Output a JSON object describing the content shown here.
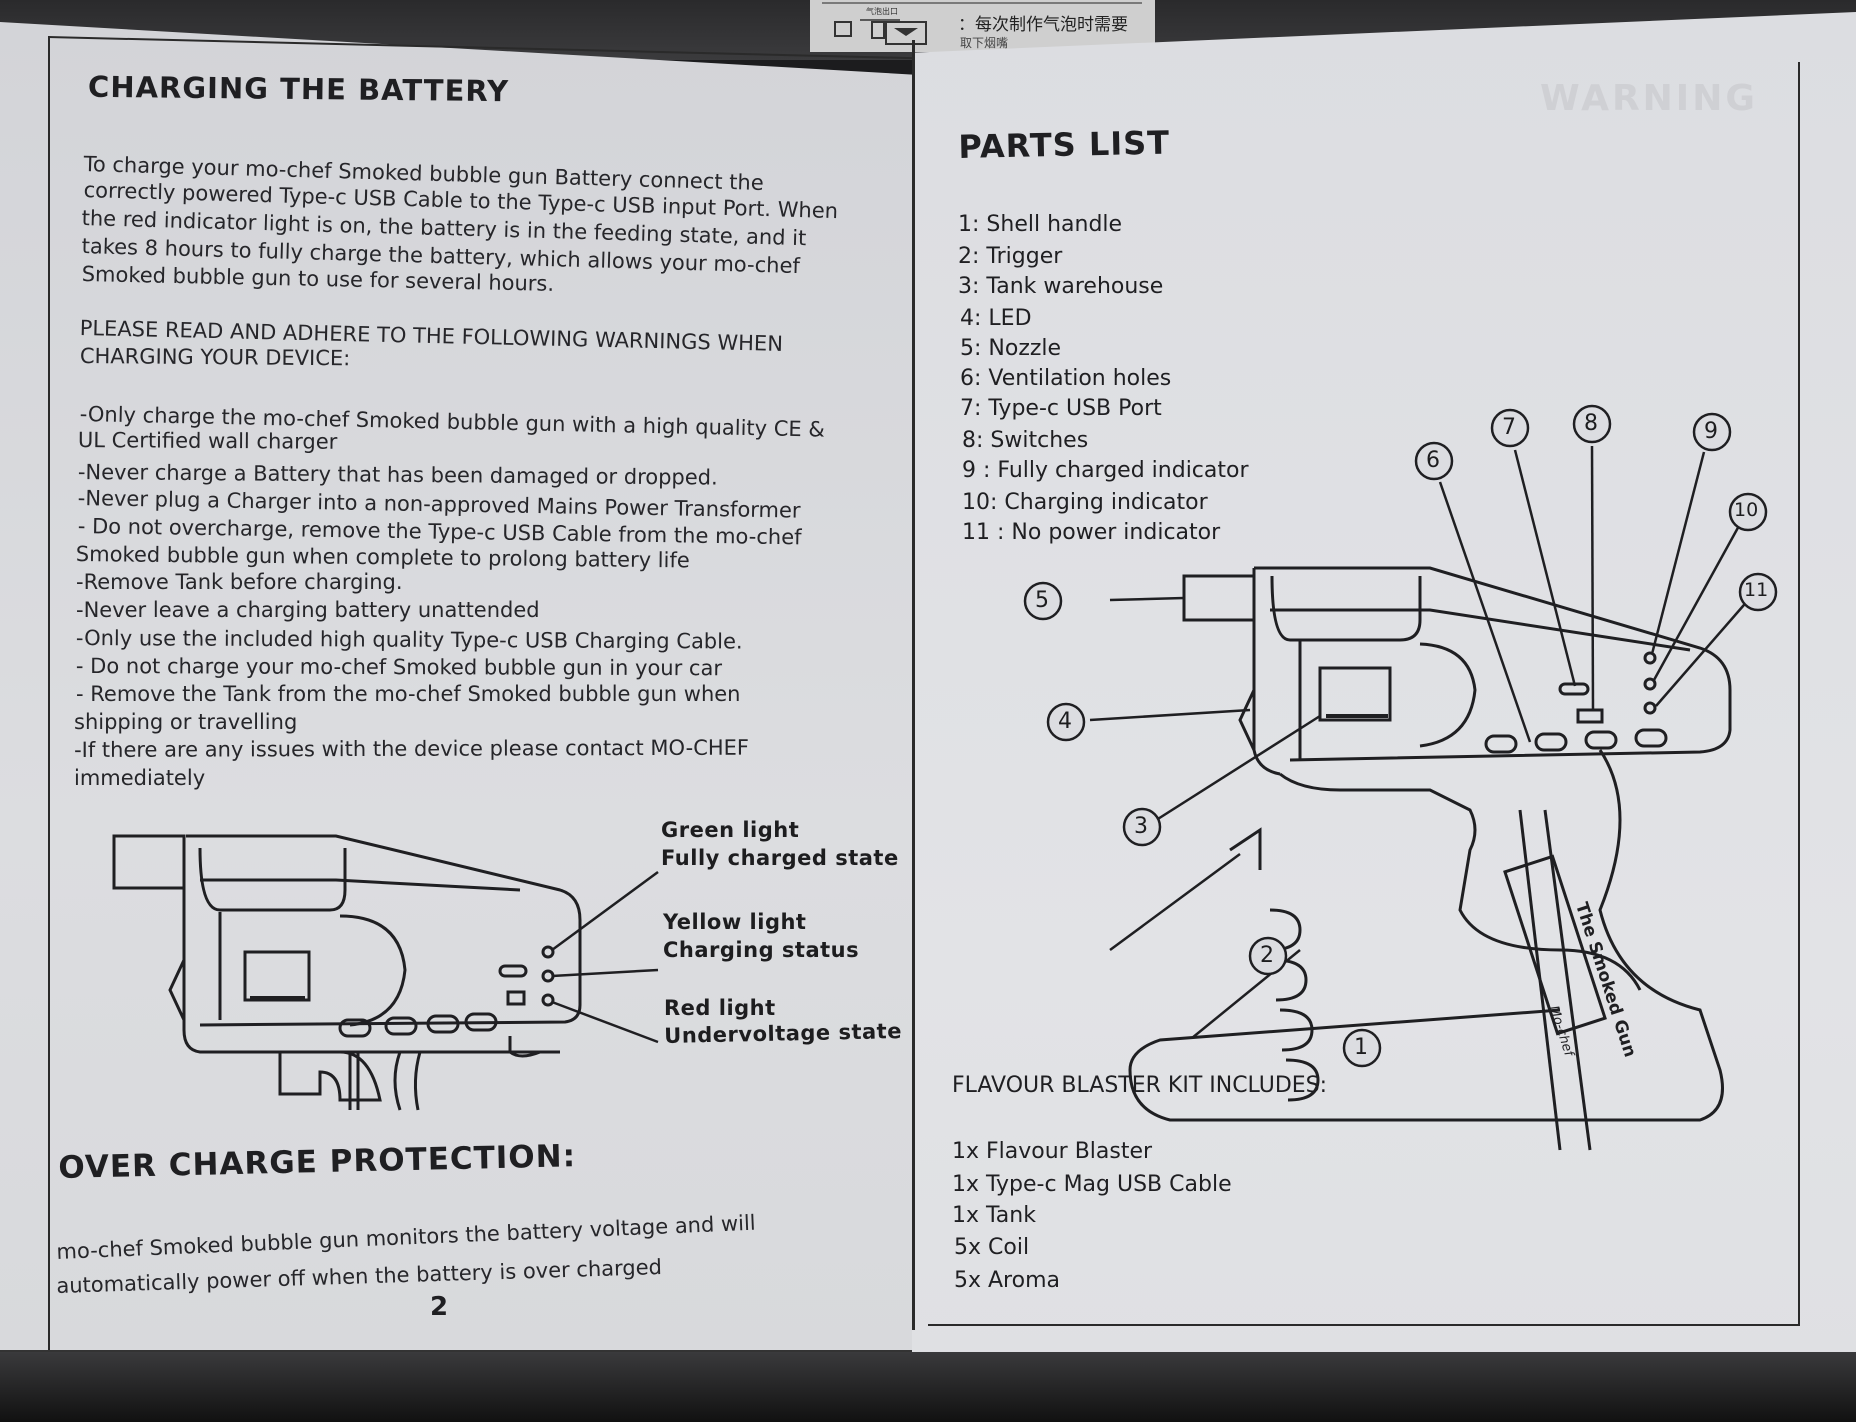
{
  "background_page": {
    "chinese_text": "：每次制作气泡时需要",
    "small_label": "气泡出口",
    "partial_line": "取下烟嘴"
  },
  "left_page": {
    "title": "CHARGING THE BATTERY",
    "intro_lines": [
      "To charge your mo-chef Smoked bubble gun Battery connect the",
      "correctly powered Type-c USB Cable to the Type-c USB input Port. When",
      "the red indicator light is on, the battery is in the feeding state, and it",
      "takes 8 hours to fully charge the battery, which allows your mo-chef",
      "Smoked bubble gun to use for several hours."
    ],
    "warning_heading_lines": [
      "PLEASE READ AND ADHERE TO THE FOLLOWING WARNINGS WHEN",
      "CHARGING YOUR DEVICE:"
    ],
    "warnings": [
      "-Only charge the mo-chef Smoked bubble gun with a high quality CE &",
      "UL Certified wall charger",
      "-Never charge a Battery that has been damaged or dropped.",
      "-Never plug a Charger into a non-approved Mains Power Transformer",
      "- Do not overcharge, remove the Type-c USB Cable from the mo-chef",
      "Smoked bubble gun when complete to prolong battery life",
      "-Remove Tank before charging.",
      "-Never leave a charging battery unattended",
      "-Only use the included high quality Type-c USB Charging Cable.",
      "- Do not charge your mo-chef Smoked bubble gun in your car",
      "- Remove the Tank from the mo-chef Smoked bubble gun when",
      "shipping or travelling",
      "-If there are any issues with the device please contact MO-CHEF",
      "immediately"
    ],
    "indicator_legend": [
      {
        "light": "Green light",
        "state": "Fully charged state"
      },
      {
        "light": "Yellow light",
        "state": "Charging status"
      },
      {
        "light": "Red light",
        "state": "Undervoltage state"
      }
    ],
    "overcharge_title": "OVER CHARGE PROTECTION:",
    "overcharge_lines": [
      "mo-chef Smoked bubble gun monitors the battery voltage and will",
      "automatically power off when the battery is over charged"
    ],
    "page_number": "2"
  },
  "right_page": {
    "ghost_text": "WARNING",
    "title": "PARTS LIST",
    "parts": [
      {
        "num": "1:",
        "name": "Shell handle"
      },
      {
        "num": "2:",
        "name": "Trigger"
      },
      {
        "num": "3:",
        "name": "Tank warehouse"
      },
      {
        "num": "4:",
        "name": "LED"
      },
      {
        "num": "5:",
        "name": "Nozzle"
      },
      {
        "num": "6:",
        "name": "Ventilation holes"
      },
      {
        "num": "7:",
        "name": "Type-c USB Port"
      },
      {
        "num": "8:",
        "name": "Switches"
      },
      {
        "num": "9 :",
        "name": "Fully charged indicator"
      },
      {
        "num": "10:",
        "name": "Charging indicator"
      },
      {
        "num": "11 :",
        "name": "No power indicator"
      }
    ],
    "callouts": [
      "1",
      "2",
      "3",
      "4",
      "5",
      "6",
      "7",
      "8",
      "9",
      "10",
      "11"
    ],
    "handle_brand": "The Smoked Gun",
    "handle_signature": "Mo-chef",
    "kit_title": "FLAVOUR BLASTER KIT INCLUDES:",
    "kit_items": [
      "1x Flavour Blaster",
      "1x Type-c Mag USB Cable",
      "1x Tank",
      "5x Coil",
      "5x Aroma"
    ]
  },
  "colors": {
    "paper": "#d6d7db",
    "ink": "#1f1f22",
    "background": "#1c1c1e"
  }
}
